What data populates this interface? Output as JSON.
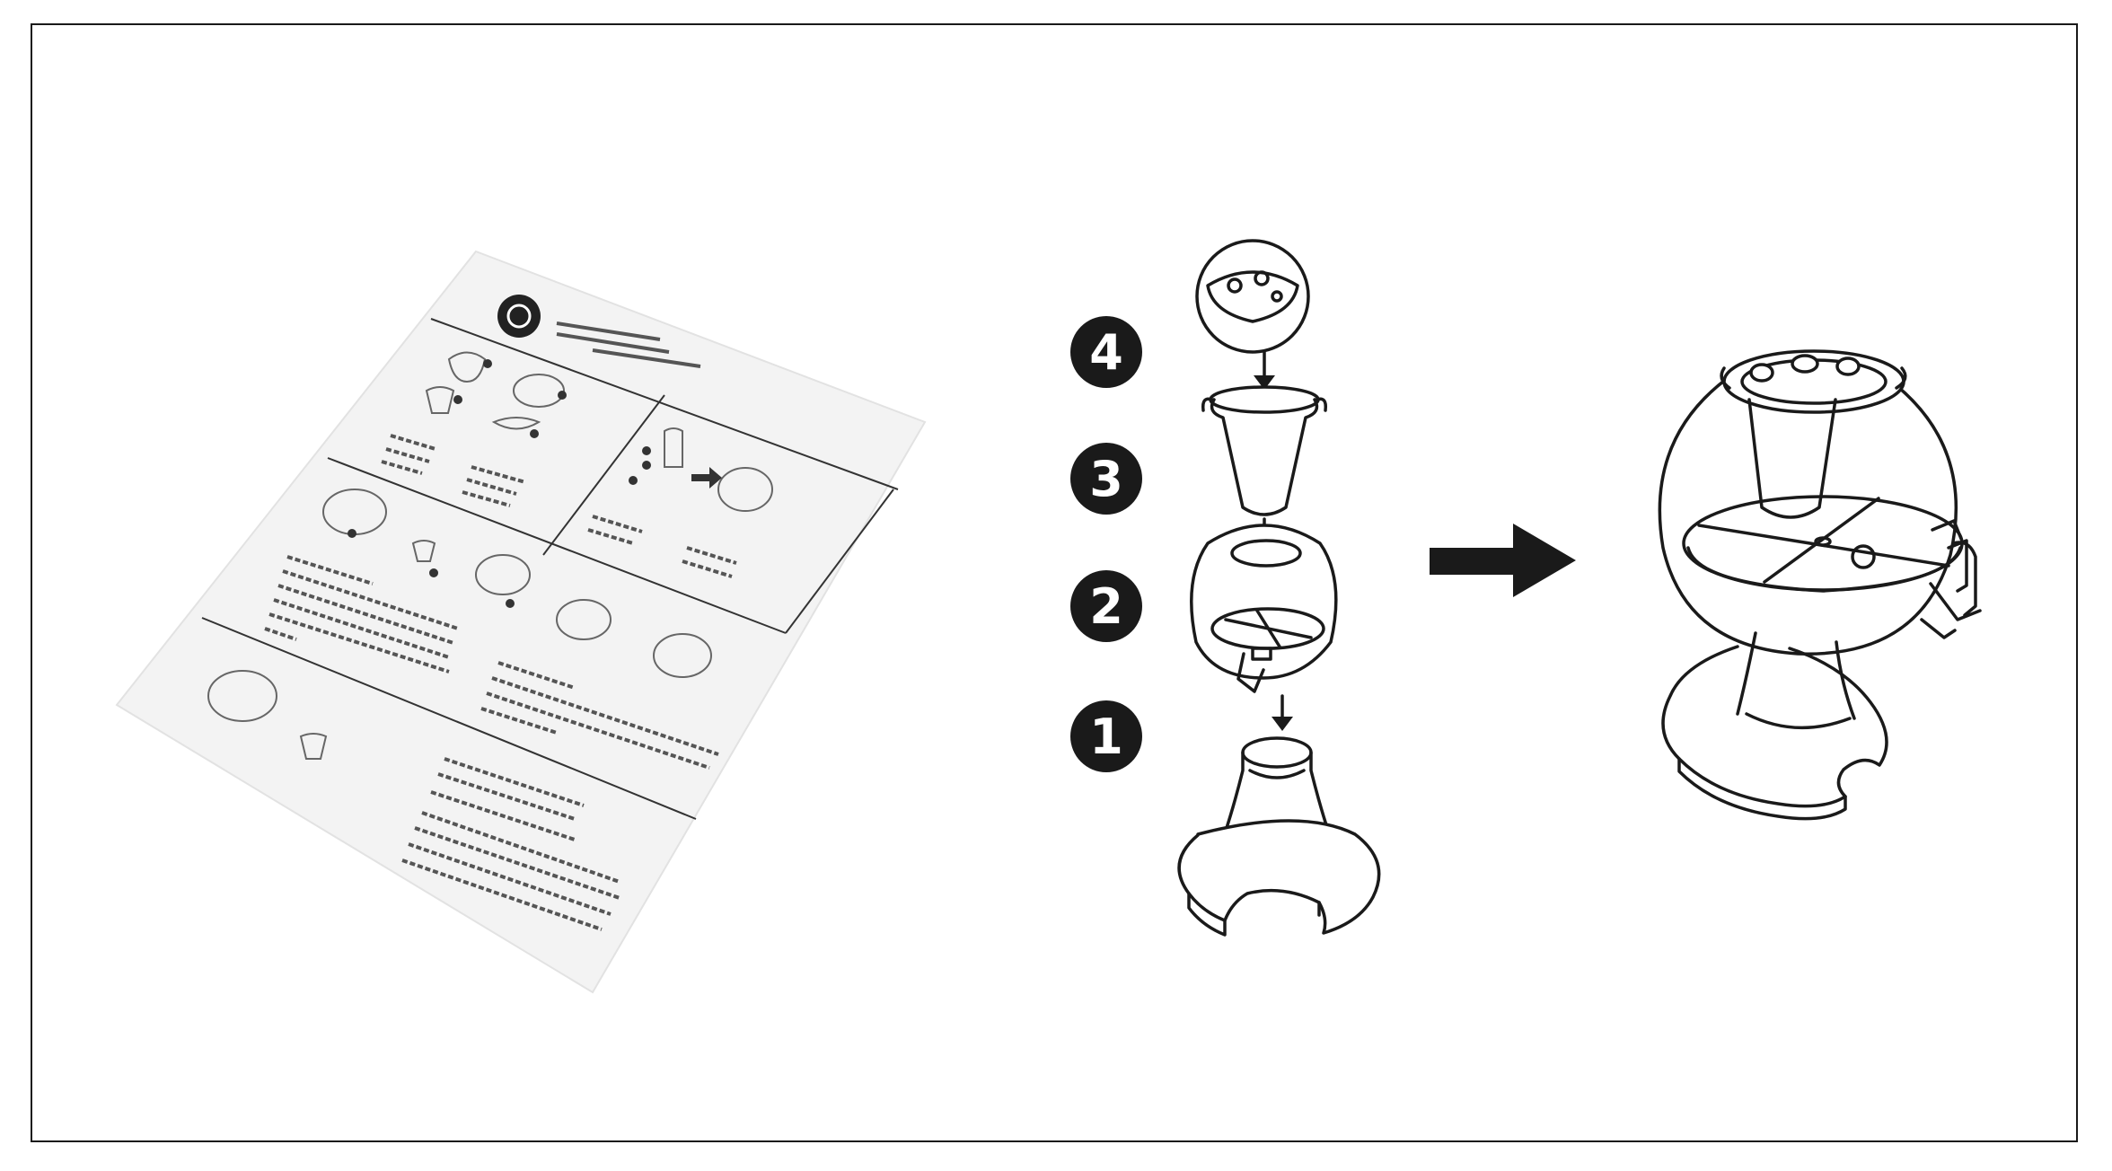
{
  "diagram": {
    "colors": {
      "ink": "#1a1a1a",
      "paper": "#f4f4f4",
      "background": "#ffffff"
    },
    "steps": [
      {
        "number": "4",
        "part": "lid"
      },
      {
        "number": "3",
        "part": "ice-tube"
      },
      {
        "number": "2",
        "part": "globe-tank"
      },
      {
        "number": "1",
        "part": "base-stand"
      }
    ],
    "icons": [
      "instruction-sheet",
      "arrow-right-icon",
      "assembled-dispenser"
    ]
  }
}
